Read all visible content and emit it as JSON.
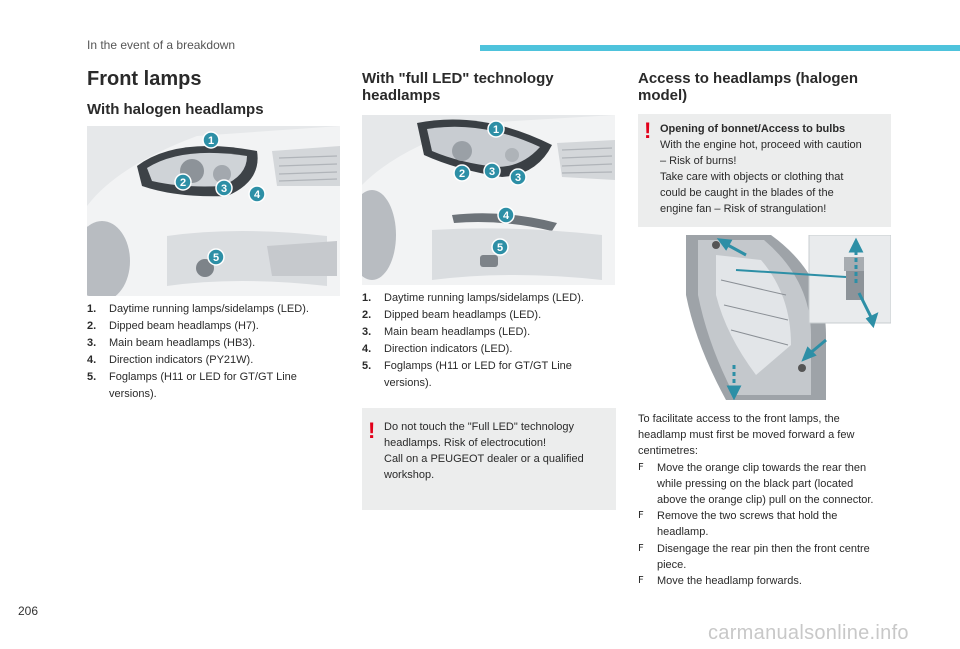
{
  "header": {
    "section": "In the event of a breakdown"
  },
  "page_number": "206",
  "watermark": "carmanualsonline.info",
  "main_title": "Front lamps",
  "halogen": {
    "heading": "With halogen headlamps",
    "callouts": [
      "1",
      "2",
      "3",
      "4",
      "5"
    ],
    "items": [
      {
        "num": "1.",
        "text": "Daytime running lamps/sidelamps (LED)."
      },
      {
        "num": "2.",
        "text": "Dipped beam headlamps (H7)."
      },
      {
        "num": "3.",
        "text": "Main beam headlamps (HB3)."
      },
      {
        "num": "4.",
        "text": "Direction indicators (PY21W)."
      },
      {
        "num": "5.",
        "text": "Foglamps (H11 or LED for GT/GT Line versions)."
      }
    ]
  },
  "led": {
    "heading": "With \"full LED\" technology headlamps",
    "callouts": [
      "1",
      "2",
      "3",
      "3",
      "4",
      "5"
    ],
    "items": [
      {
        "num": "1.",
        "text": "Daytime running lamps/sidelamps (LED)."
      },
      {
        "num": "2.",
        "text": "Dipped beam headlamps (LED)."
      },
      {
        "num": "3.",
        "text": "Main beam headlamps (LED)."
      },
      {
        "num": "4.",
        "text": "Direction indicators (LED)."
      },
      {
        "num": "5.",
        "text": "Foglamps (H11 or LED for GT/GT Line versions)."
      }
    ],
    "warning": {
      "mark": "!",
      "lines": [
        "Do not touch the \"Full LED\" technology",
        "headlamps. Risk of electrocution!",
        "Call on a PEUGEOT dealer or a qualified",
        "workshop."
      ]
    }
  },
  "access": {
    "heading": "Access to headlamps (halogen model)",
    "warning": {
      "mark": "!",
      "title": "Opening of bonnet/Access to bulbs",
      "lines": [
        "With the engine hot, proceed with caution",
        "– Risk of burns!",
        "Take care with objects or clothing that",
        "could be caught in the blades of the",
        "engine fan – Risk of strangulation!"
      ]
    },
    "intro": [
      "To facilitate access to the front lamps, the",
      "headlamp must first be moved forward a few",
      "centimetres:"
    ],
    "bullet_symbol": "F",
    "steps": [
      [
        "Move the orange clip towards the rear then",
        "while pressing on the black part (located",
        "above the orange clip) pull on the connector."
      ],
      [
        "Remove the two screws that hold the",
        "headlamp."
      ],
      [
        "Disengage the rear pin then the front centre",
        "piece."
      ],
      [
        "Move the headlamp forwards."
      ]
    ]
  },
  "colors": {
    "accent": "#4ec3dc",
    "callout": "#2d8fa6",
    "warning": "#e2001a",
    "box": "#eceded"
  }
}
